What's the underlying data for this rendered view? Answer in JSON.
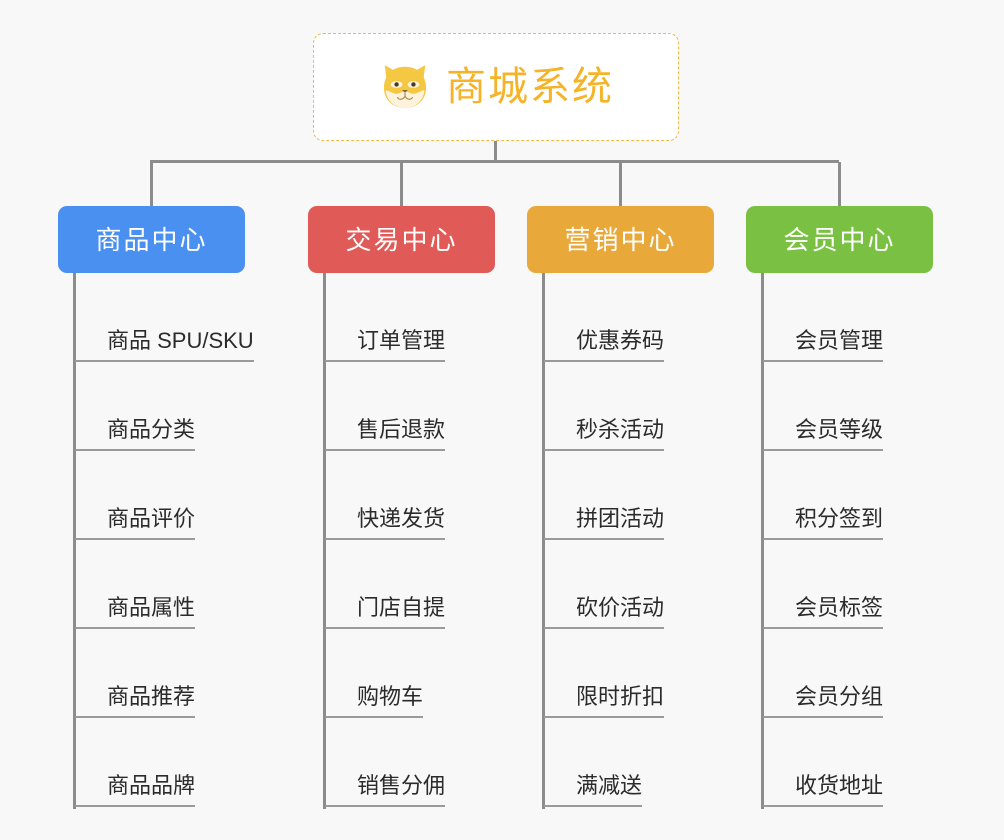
{
  "background_color": "#f8f8f8",
  "root": {
    "title": "商城系统",
    "icon": "shiba-dog-face-icon",
    "text_color": "#f5b328",
    "border_color": "#f0b849",
    "fill_color": "#ffffff"
  },
  "categories": [
    {
      "label": "商品中心",
      "color": "#4a90f0",
      "items": [
        "商品 SPU/SKU",
        "商品分类",
        "商品评价",
        "商品属性",
        "商品推荐",
        "商品品牌"
      ]
    },
    {
      "label": "交易中心",
      "color": "#e05a57",
      "items": [
        "订单管理",
        "售后退款",
        "快递发货",
        "门店自提",
        "购物车",
        "销售分佣"
      ]
    },
    {
      "label": "营销中心",
      "color": "#e8a93a",
      "items": [
        "优惠券码",
        "秒杀活动",
        "拼团活动",
        "砍价活动",
        "限时折扣",
        "满减送"
      ]
    },
    {
      "label": "会员中心",
      "color": "#7ac143",
      "items": [
        "会员管理",
        "会员等级",
        "积分签到",
        "会员标签",
        "会员分组",
        "收货地址"
      ]
    }
  ],
  "connector_color": "#8c8c8c"
}
